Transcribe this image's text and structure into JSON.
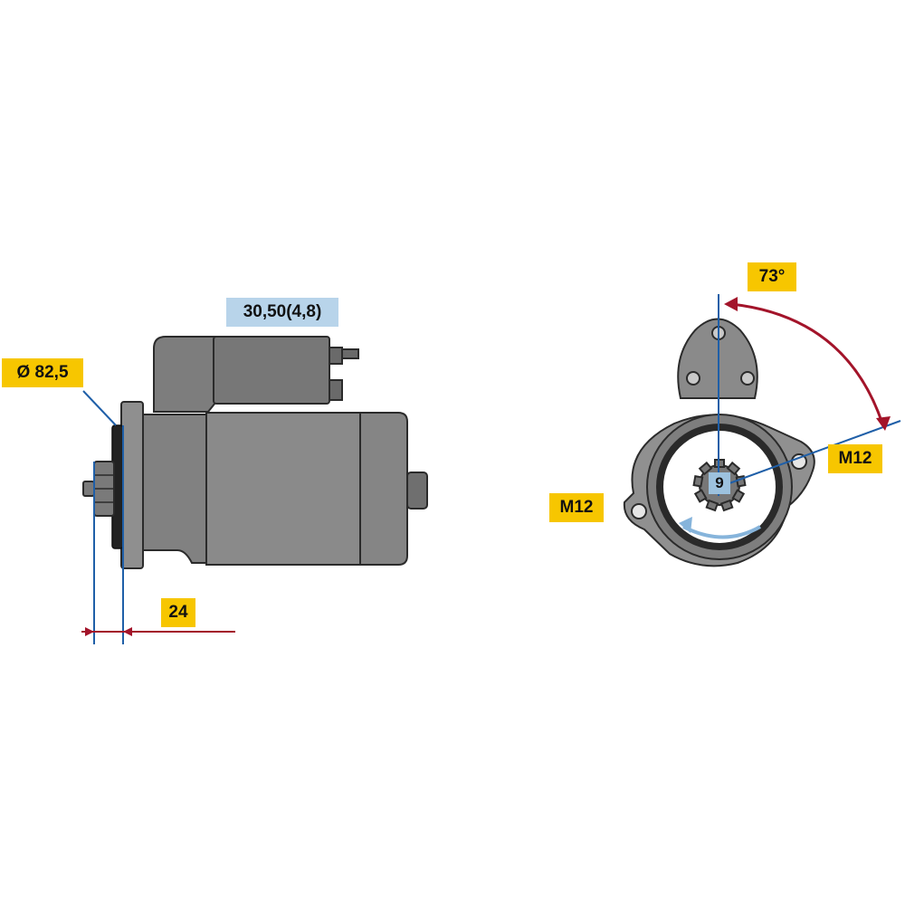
{
  "labels": {
    "diameter": "Ø 82,5",
    "terminal": "30,50(4,8)",
    "offset": "24",
    "angle": "73°",
    "bolt_right": "M12",
    "bolt_left": "M12",
    "teeth": "9"
  },
  "colors": {
    "label_yellow": "#f7c600",
    "label_blue": "#b8d4ea",
    "body_gray": "#8a8a8a",
    "dark_outline": "#2b2b2b",
    "dimension_blue": "#1f5fa8",
    "arc_red": "#a3142a"
  }
}
